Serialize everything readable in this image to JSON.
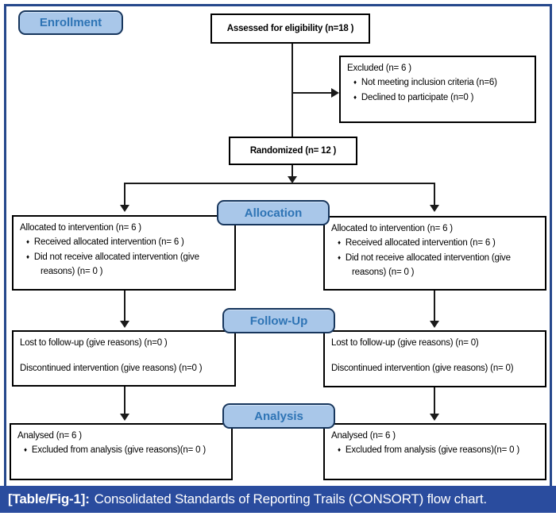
{
  "palette": {
    "frame_border": "#26488c",
    "caption_bg": "#2a4c9e",
    "pill_fill": "#a9c7e9",
    "pill_border": "#17365d",
    "pill_text": "#2e74b5",
    "box_border": "#000000",
    "line_color": "#1a1a1a"
  },
  "icons": {
    "bullet": "♦"
  },
  "stage_labels": {
    "enrollment": "Enrollment",
    "allocation": "Allocation",
    "follow_up": "Follow-Up",
    "analysis": "Analysis"
  },
  "boxes": {
    "assessed": {
      "text": "Assessed for eligibility (n=18 )"
    },
    "excluded": {
      "title": "Excluded (n= 6 )",
      "bullet1": "Not meeting inclusion criteria (n=6)",
      "bullet2": "Declined to participate (n=0 )"
    },
    "randomized": {
      "text": "Randomized (n= 12 )"
    },
    "allocation_left": {
      "title": "Allocated to intervention (n= 6 )",
      "bullet1": "Received allocated intervention (n= 6 )",
      "bullet2": "Did not receive allocated intervention (give reasons) (n= 0 )"
    },
    "allocation_right": {
      "title": "Allocated to intervention (n= 6 )",
      "bullet1": "Received allocated intervention (n= 6 )",
      "bullet2": "Did not receive allocated intervention (give reasons) (n= 0 )"
    },
    "followup_left": {
      "line1": "Lost to follow-up (give reasons) (n=0 )",
      "line2": "Discontinued intervention (give reasons) (n=0 )"
    },
    "followup_right": {
      "line1": "Lost to follow-up (give reasons) (n= 0)",
      "line2": "Discontinued intervention (give reasons) (n= 0)"
    },
    "analysis_left": {
      "title": "Analysed (n= 6 )",
      "bullet1": "Excluded from analysis (give reasons)(n= 0 )"
    },
    "analysis_right": {
      "title": "Analysed (n= 6 )",
      "bullet1": "Excluded from analysis (give reasons)(n= 0 )"
    }
  },
  "caption": {
    "label": "[Table/Fig-1]:",
    "text": "Consolidated Standards of Reporting Trails (CONSORT) flow chart."
  }
}
